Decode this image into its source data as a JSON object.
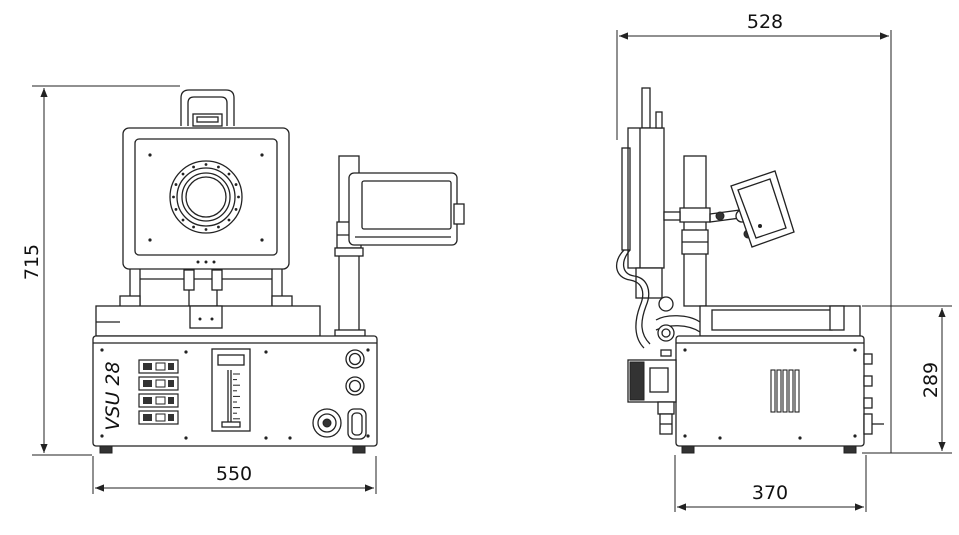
{
  "dimensions": {
    "front_height": "715",
    "front_width": "550",
    "side_depth_top": "528",
    "side_height": "289",
    "side_width": "370"
  },
  "front_view": {
    "brand_label": "VSU 28"
  },
  "colors": {
    "line": "#222222",
    "background": "#ffffff"
  }
}
